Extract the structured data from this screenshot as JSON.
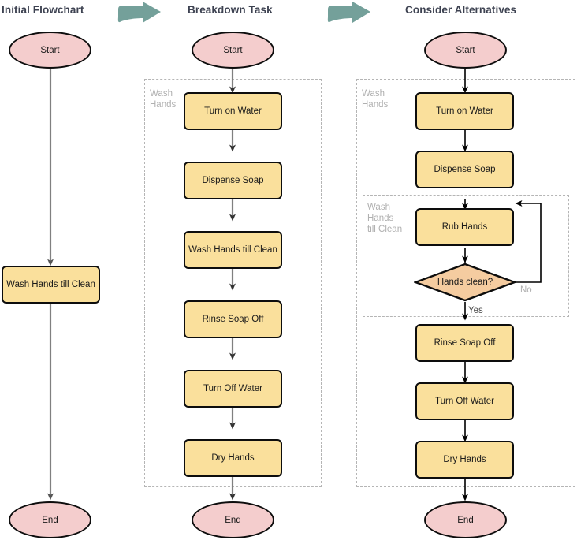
{
  "columns": [
    {
      "id": "initial",
      "title": "Initial Flowchart",
      "nodes": [
        {
          "id": "start",
          "label": "Start",
          "type": "terminal"
        },
        {
          "id": "wash",
          "label": "Wash Hands till Clean",
          "type": "process"
        },
        {
          "id": "end",
          "label": "End",
          "type": "terminal"
        }
      ],
      "groups": []
    },
    {
      "id": "breakdown",
      "title": "Breakdown Task",
      "nodes": [
        {
          "id": "start",
          "label": "Start",
          "type": "terminal"
        },
        {
          "id": "turn-on-water",
          "label": "Turn on Water",
          "type": "process"
        },
        {
          "id": "dispense-soap",
          "label": "Dispense Soap",
          "type": "process"
        },
        {
          "id": "wash-hands-till-clean",
          "label": "Wash Hands till Clean",
          "type": "process"
        },
        {
          "id": "rinse-soap-off",
          "label": "Rinse Soap Off",
          "type": "process"
        },
        {
          "id": "turn-off-water",
          "label": "Turn Off Water",
          "type": "process"
        },
        {
          "id": "dry-hands",
          "label": "Dry Hands",
          "type": "process"
        },
        {
          "id": "end",
          "label": "End",
          "type": "terminal"
        }
      ],
      "groups": [
        {
          "id": "wash-hands",
          "label": "Wash\nHands"
        }
      ]
    },
    {
      "id": "alternatives",
      "title": "Consider Alternatives",
      "nodes": [
        {
          "id": "start",
          "label": "Start",
          "type": "terminal"
        },
        {
          "id": "turn-on-water",
          "label": "Turn on Water",
          "type": "process"
        },
        {
          "id": "dispense-soap",
          "label": "Dispense Soap",
          "type": "process"
        },
        {
          "id": "rub-hands",
          "label": "Rub Hands",
          "type": "process"
        },
        {
          "id": "hands-clean",
          "label": "Hands clean?",
          "type": "decision"
        },
        {
          "id": "rinse-soap-off",
          "label": "Rinse Soap Off",
          "type": "process"
        },
        {
          "id": "turn-off-water",
          "label": "Turn Off Water",
          "type": "process"
        },
        {
          "id": "dry-hands",
          "label": "Dry Hands",
          "type": "process"
        },
        {
          "id": "end",
          "label": "End",
          "type": "terminal"
        }
      ],
      "groups": [
        {
          "id": "wash-hands",
          "label": "Wash\nHands"
        },
        {
          "id": "wash-hands-till-clean",
          "label": "Wash\nHands\ntill Clean"
        }
      ],
      "edge_labels": [
        {
          "id": "yes",
          "label": "Yes"
        },
        {
          "id": "no",
          "label": "No"
        }
      ]
    }
  ],
  "transitions": [
    {
      "id": "arrow-1",
      "icon": "right-arrow-icon"
    },
    {
      "id": "arrow-2",
      "icon": "right-arrow-icon"
    }
  ],
  "colors": {
    "terminal_fill": "#f4cdcd",
    "process_fill": "#fae09c",
    "decision_fill": "#f5cca0",
    "stroke": "#0d0d0d",
    "connector_gray": "#808080",
    "connector_black": "#000000",
    "group_border": "#b5b5b5",
    "group_label": "#b0b0b0",
    "title": "#3d4251",
    "transition_arrow": "#74a09a"
  }
}
